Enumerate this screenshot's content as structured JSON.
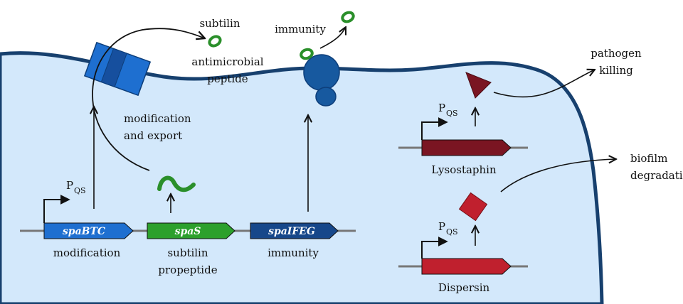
{
  "colors": {
    "cell_fill": "#d3e8fb",
    "membrane": "#17406e",
    "blue_gene": "#1e6fd0",
    "green_gene": "#2ca02c",
    "navy_gene": "#16478a",
    "maroon_gene": "#7a1522",
    "red_gene": "#c0202e",
    "peptide_green": "#2a8f2a",
    "dna_line": "#777777"
  },
  "labels": {
    "subtilin": "subtilin",
    "antimicrobial": "antimicrobial",
    "peptide": "peptide",
    "immunity_top": "immunity",
    "modification_and": "modification",
    "and_export": "and export",
    "pathogen": "pathogen",
    "killing": "killing",
    "biofilm": "biofilm",
    "degradation": "degradation"
  },
  "genes": {
    "spaBTC": {
      "name": "spaBTC",
      "caption": "modification"
    },
    "spaS": {
      "name": "spaS",
      "caption_line1": "subtilin",
      "caption_line2": "propeptide"
    },
    "spaIFEG": {
      "name": "spaIFEG",
      "caption": "immunity"
    },
    "lysostaphin": {
      "caption": "Lysostaphin"
    },
    "dispersin": {
      "caption": "Dispersin"
    }
  },
  "promoter": {
    "main": "P",
    "sub": "QS"
  }
}
